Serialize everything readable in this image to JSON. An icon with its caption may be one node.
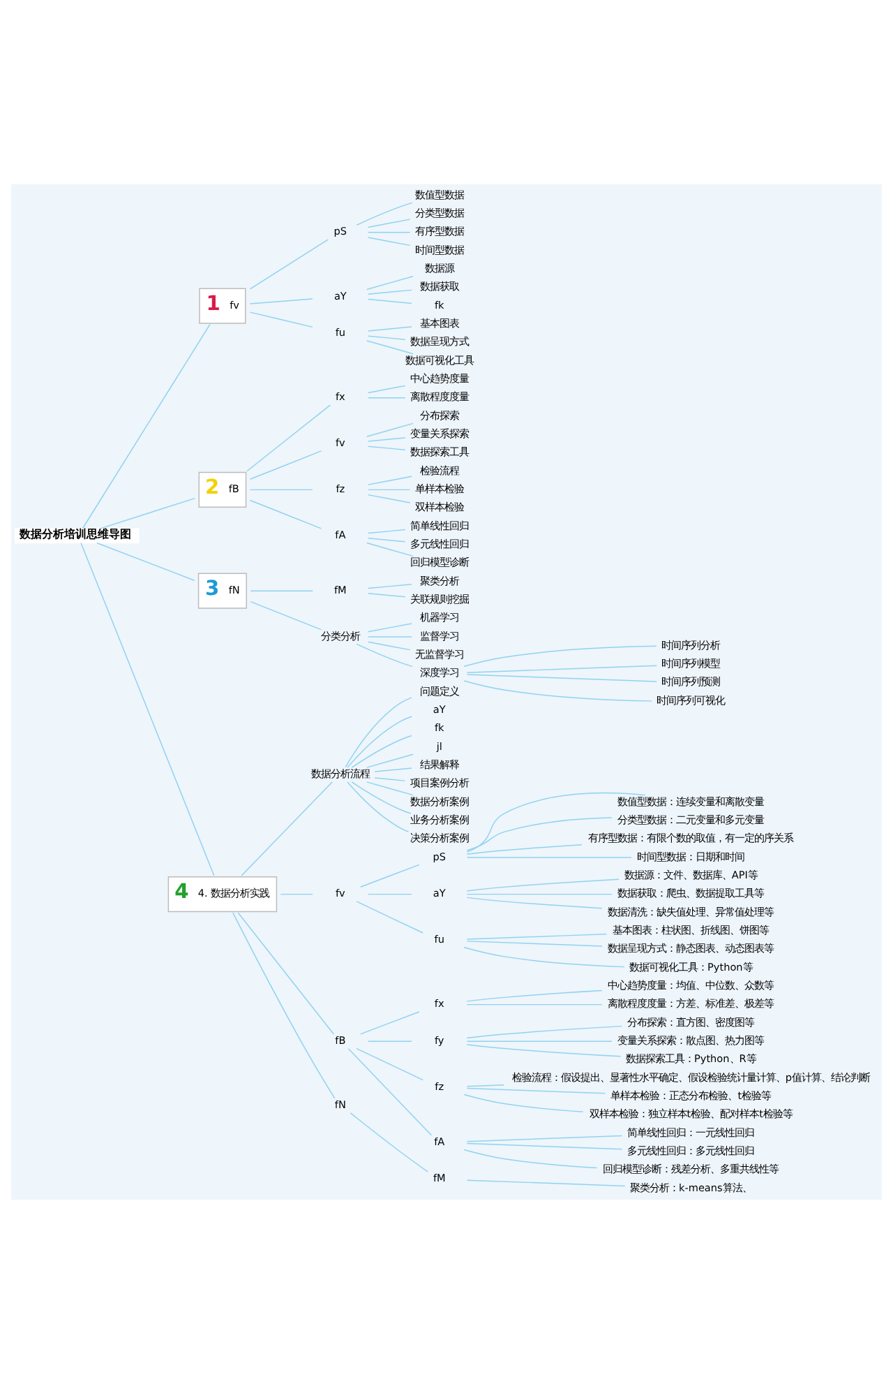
{
  "diagram": {
    "nodes": [
      {
        "text": [
          "数据分析培训思维导图"
        ]
      },
      {
        "text": [
          "1",
          "fv"
        ]
      },
      {
        "text": [
          "pS"
        ]
      },
      {
        "text": [
          "数值型数据"
        ]
      },
      {
        "text": [
          "分类型数据"
        ]
      },
      {
        "text": [
          "有序型数据"
        ]
      },
      {
        "text": [
          "时间型数据"
        ]
      },
      {
        "text": [
          "aY"
        ]
      },
      {
        "text": [
          "数据源"
        ]
      },
      {
        "text": [
          "数据获取"
        ]
      },
      {
        "text": [
          "fk"
        ]
      },
      {
        "text": [
          "fu"
        ]
      },
      {
        "text": [
          "基本图表"
        ]
      },
      {
        "text": [
          "数据呈现方式"
        ]
      },
      {
        "text": [
          "数据可视化工具"
        ]
      },
      {
        "text": [
          "2",
          "fB"
        ]
      },
      {
        "text": [
          "fx"
        ]
      },
      {
        "text": [
          "中心趋势度量"
        ]
      },
      {
        "text": [
          "离散程度度量"
        ]
      },
      {
        "text": [
          "fv"
        ]
      },
      {
        "text": [
          "分布探索"
        ]
      },
      {
        "text": [
          "变量关系探索"
        ]
      },
      {
        "text": [
          "数据探索工具"
        ]
      },
      {
        "text": [
          "fz"
        ]
      },
      {
        "text": [
          "检验流程"
        ]
      },
      {
        "text": [
          "单样本检验"
        ]
      },
      {
        "text": [
          "双样本检验"
        ]
      },
      {
        "text": [
          "fA"
        ]
      },
      {
        "text": [
          "简单线性回归"
        ]
      },
      {
        "text": [
          "多元线性回归"
        ]
      },
      {
        "text": [
          "回归模型诊断"
        ]
      },
      {
        "text": [
          "3",
          "fN"
        ]
      },
      {
        "text": [
          "fM"
        ]
      },
      {
        "text": [
          "聚类分析"
        ]
      },
      {
        "text": [
          "关联规则挖掘"
        ]
      },
      {
        "text": [
          "分类分析"
        ]
      },
      {
        "text": [
          "机器学习"
        ]
      },
      {
        "text": [
          "监督学习"
        ]
      },
      {
        "text": [
          "无监督学习"
        ]
      },
      {
        "text": [
          "深度学习"
        ]
      },
      {
        "text": [
          "时间序列分析"
        ]
      },
      {
        "text": [
          "时间序列模型"
        ]
      },
      {
        "text": [
          "时间序列预测"
        ]
      },
      {
        "text": [
          "时间序列可视化"
        ]
      },
      {
        "text": [
          "4",
          "4. 数据分析实践"
        ]
      },
      {
        "text": [
          "数据分析流程"
        ]
      },
      {
        "text": [
          "问题定义"
        ]
      },
      {
        "text": [
          "aY"
        ]
      },
      {
        "text": [
          "fk"
        ]
      },
      {
        "text": [
          "jl"
        ]
      },
      {
        "text": [
          "结果解释"
        ]
      },
      {
        "text": [
          "项目案例分析"
        ]
      },
      {
        "text": [
          "数据分析案例"
        ]
      },
      {
        "text": [
          "业务分析案例"
        ]
      },
      {
        "text": [
          "决策分析案例"
        ]
      },
      {
        "text": [
          "fv"
        ]
      },
      {
        "text": [
          "pS"
        ]
      },
      {
        "text": [
          "数值型数据：连续变量和离散变量"
        ]
      },
      {
        "text": [
          "分类型数据：二元变量和多元变量"
        ]
      },
      {
        "text": [
          "有序型数据：有限个数的取值，有一定的序关系"
        ]
      },
      {
        "text": [
          "时间型数据：日期和时间"
        ]
      },
      {
        "text": [
          "aY"
        ]
      },
      {
        "text": [
          "数据源：文件、数据库、API等"
        ]
      },
      {
        "text": [
          "数据获取：爬虫、数据提取工具等"
        ]
      },
      {
        "text": [
          "数据清洗：缺失值处理、异常值处理等"
        ]
      },
      {
        "text": [
          "fu"
        ]
      },
      {
        "text": [
          "基本图表：柱状图、折线图、饼图等"
        ]
      },
      {
        "text": [
          "数据呈现方式：静态图表、动态图表等"
        ]
      },
      {
        "text": [
          "数据可视化工具：Python等"
        ]
      },
      {
        "text": [
          "fB"
        ]
      },
      {
        "text": [
          "fx"
        ]
      },
      {
        "text": [
          "中心趋势度量：均值、中位数、众数等"
        ]
      },
      {
        "text": [
          "离散程度度量：方差、标准差、极差等"
        ]
      },
      {
        "text": [
          "fy"
        ]
      },
      {
        "text": [
          "分布探索：直方图、密度图等"
        ]
      },
      {
        "text": [
          "变量关系探索：散点图、热力图等"
        ]
      },
      {
        "text": [
          "数据探索工具：Python、R等"
        ]
      },
      {
        "text": [
          "fz"
        ]
      },
      {
        "text": [
          "检验流程：假设提出、显著性水平确定、假设检验统计量计算、p值计算、结论判断"
        ]
      },
      {
        "text": [
          "单样本检验：正态分布检验、t检验等"
        ]
      },
      {
        "text": [
          "双样本检验：独立样本t检验、配对样本t检验等"
        ]
      },
      {
        "text": [
          "fA"
        ]
      },
      {
        "text": [
          "简单线性回归：一元线性回归"
        ]
      },
      {
        "text": [
          "多元线性回归：多元线性回归"
        ]
      },
      {
        "text": [
          "回归模型诊断：残差分析、多重共线性等"
        ]
      },
      {
        "text": [
          "fN"
        ]
      },
      {
        "text": [
          "fM"
        ]
      },
      {
        "text": [
          "聚类分析：k-means算法、"
        ]
      }
    ],
    "edges": [
      {
        "from": 0,
        "to": 1,
        "arrow": "none"
      },
      {
        "from": 1,
        "to": 2,
        "arrow": "none"
      },
      {
        "from": 2,
        "to": 3,
        "arrow": "none"
      },
      {
        "from": 2,
        "to": 4,
        "arrow": "none"
      },
      {
        "from": 2,
        "to": 5,
        "arrow": "none"
      },
      {
        "from": 2,
        "to": 6,
        "arrow": "none"
      },
      {
        "from": 1,
        "to": 7,
        "arrow": "none"
      },
      {
        "from": 7,
        "to": 8,
        "arrow": "none"
      },
      {
        "from": 7,
        "to": 9,
        "arrow": "none"
      },
      {
        "from": 7,
        "to": 10,
        "arrow": "none"
      },
      {
        "from": 1,
        "to": 11,
        "arrow": "none"
      },
      {
        "from": 11,
        "to": 12,
        "arrow": "none"
      },
      {
        "from": 11,
        "to": 13,
        "arrow": "none"
      },
      {
        "from": 11,
        "to": 14,
        "arrow": "none"
      },
      {
        "from": 0,
        "to": 15,
        "arrow": "none"
      },
      {
        "from": 15,
        "to": 16,
        "arrow": "none"
      },
      {
        "from": 16,
        "to": 17,
        "arrow": "none"
      },
      {
        "from": 16,
        "to": 18,
        "arrow": "none"
      },
      {
        "from": 15,
        "to": 19,
        "arrow": "none"
      },
      {
        "from": 19,
        "to": 20,
        "arrow": "none"
      },
      {
        "from": 19,
        "to": 21,
        "arrow": "none"
      },
      {
        "from": 19,
        "to": 22,
        "arrow": "none"
      },
      {
        "from": 15,
        "to": 23,
        "arrow": "none"
      },
      {
        "from": 23,
        "to": 24,
        "arrow": "none"
      },
      {
        "from": 23,
        "to": 25,
        "arrow": "none"
      },
      {
        "from": 23,
        "to": 26,
        "arrow": "none"
      },
      {
        "from": 15,
        "to": 27,
        "arrow": "none"
      },
      {
        "from": 27,
        "to": 28,
        "arrow": "none"
      },
      {
        "from": 27,
        "to": 29,
        "arrow": "none"
      },
      {
        "from": 27,
        "to": 30,
        "arrow": "none"
      },
      {
        "from": 0,
        "to": 31,
        "arrow": "none"
      },
      {
        "from": 31,
        "to": 32,
        "arrow": "none"
      },
      {
        "from": 32,
        "to": 33,
        "arrow": "none"
      },
      {
        "from": 32,
        "to": 34,
        "arrow": "none"
      },
      {
        "from": 31,
        "to": 35,
        "arrow": "none"
      },
      {
        "from": 35,
        "to": 36,
        "arrow": "none"
      },
      {
        "from": 35,
        "to": 37,
        "arrow": "none"
      },
      {
        "from": 35,
        "to": 38,
        "arrow": "none"
      },
      {
        "from": 35,
        "to": 39,
        "arrow": "none"
      },
      {
        "from": 39,
        "to": 40,
        "arrow": "none"
      },
      {
        "from": 39,
        "to": 41,
        "arrow": "none"
      },
      {
        "from": 39,
        "to": 42,
        "arrow": "none"
      },
      {
        "from": 39,
        "to": 43,
        "arrow": "none"
      },
      {
        "from": 0,
        "to": 44,
        "arrow": "none"
      },
      {
        "from": 44,
        "to": 45,
        "arrow": "none"
      },
      {
        "from": 45,
        "to": 46,
        "arrow": "none"
      },
      {
        "from": 45,
        "to": 47,
        "arrow": "none"
      },
      {
        "from": 45,
        "to": 48,
        "arrow": "none"
      },
      {
        "from": 45,
        "to": 49,
        "arrow": "none"
      },
      {
        "from": 45,
        "to": 50,
        "arrow": "none"
      },
      {
        "from": 45,
        "to": 51,
        "arrow": "none"
      },
      {
        "from": 45,
        "to": 52,
        "arrow": "none"
      },
      {
        "from": 45,
        "to": 53,
        "arrow": "none"
      },
      {
        "from": 45,
        "to": 54,
        "arrow": "none"
      },
      {
        "from": 44,
        "to": 55,
        "arrow": "none"
      },
      {
        "from": 55,
        "to": 56,
        "arrow": "none"
      },
      {
        "from": 56,
        "to": 57,
        "arrow": "none"
      },
      {
        "from": 56,
        "to": 58,
        "arrow": "none"
      },
      {
        "from": 56,
        "to": 59,
        "arrow": "none"
      },
      {
        "from": 56,
        "to": 60,
        "arrow": "none"
      },
      {
        "from": 55,
        "to": 61,
        "arrow": "none"
      },
      {
        "from": 61,
        "to": 62,
        "arrow": "none"
      },
      {
        "from": 61,
        "to": 63,
        "arrow": "none"
      },
      {
        "from": 61,
        "to": 64,
        "arrow": "none"
      },
      {
        "from": 55,
        "to": 65,
        "arrow": "none"
      },
      {
        "from": 65,
        "to": 66,
        "arrow": "none"
      },
      {
        "from": 65,
        "to": 67,
        "arrow": "none"
      },
      {
        "from": 65,
        "to": 68,
        "arrow": "none"
      },
      {
        "from": 44,
        "to": 69,
        "arrow": "none"
      },
      {
        "from": 69,
        "to": 70,
        "arrow": "none"
      },
      {
        "from": 70,
        "to": 71,
        "arrow": "none"
      },
      {
        "from": 70,
        "to": 72,
        "arrow": "none"
      },
      {
        "from": 69,
        "to": 73,
        "arrow": "none"
      },
      {
        "from": 73,
        "to": 74,
        "arrow": "none"
      },
      {
        "from": 73,
        "to": 75,
        "arrow": "none"
      },
      {
        "from": 73,
        "to": 76,
        "arrow": "none"
      },
      {
        "from": 69,
        "to": 77,
        "arrow": "none"
      },
      {
        "from": 77,
        "to": 78,
        "arrow": "none"
      },
      {
        "from": 77,
        "to": 79,
        "arrow": "none"
      },
      {
        "from": 77,
        "to": 80,
        "arrow": "none"
      },
      {
        "from": 69,
        "to": 81,
        "arrow": "none"
      },
      {
        "from": 81,
        "to": 82,
        "arrow": "none"
      },
      {
        "from": 81,
        "to": 83,
        "arrow": "none"
      },
      {
        "from": 81,
        "to": 84,
        "arrow": "none"
      },
      {
        "from": 44,
        "to": 85,
        "arrow": "none"
      },
      {
        "from": 85,
        "to": 86,
        "arrow": "none"
      },
      {
        "from": 86,
        "to": 87,
        "arrow": "none"
      }
    ]
  }
}
